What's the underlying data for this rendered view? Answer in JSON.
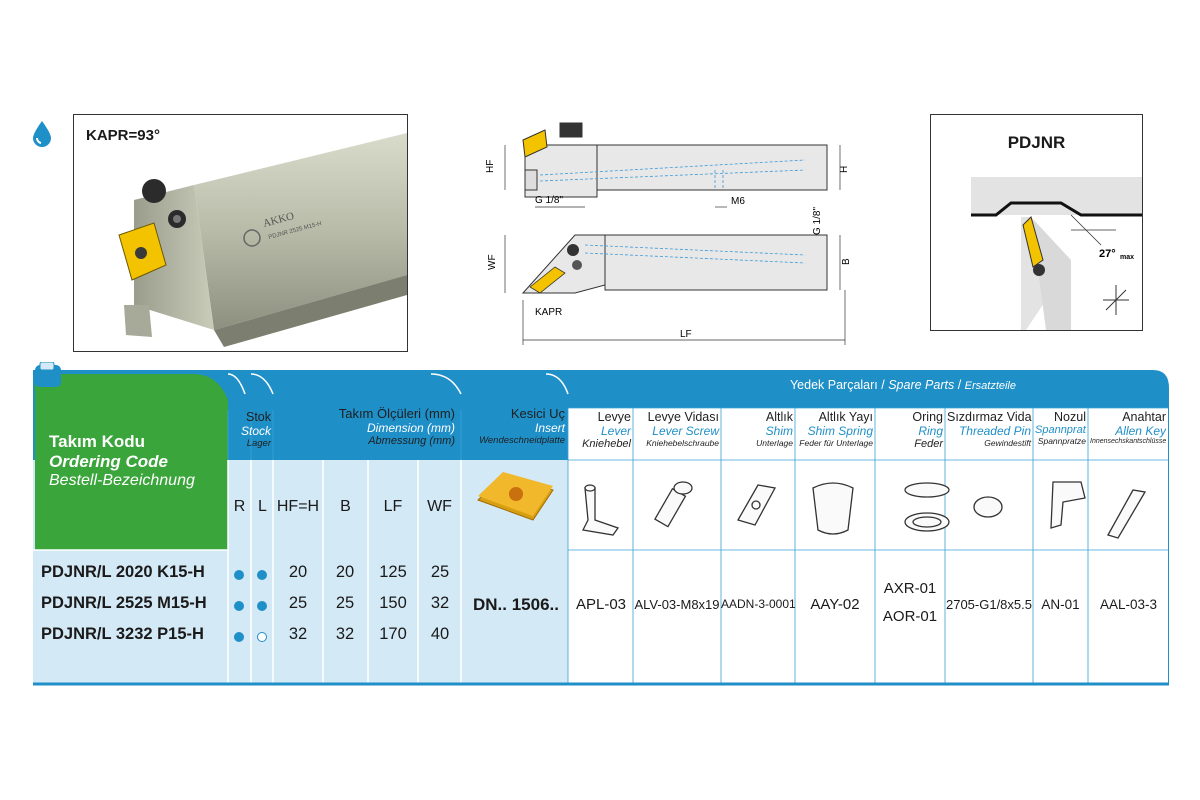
{
  "photo": {
    "title": "KAPR=93°",
    "brand": "AKKO",
    "engraving": "PDJNR 2525 M15-H"
  },
  "drawing": {
    "labels": {
      "hf": "HF",
      "h": "H",
      "g18a": "G 1/8\"",
      "m6": "M6",
      "g18b": "G 1/8\"",
      "wf": "WF",
      "b": "B",
      "kapr": "KAPR",
      "lf": "LF"
    }
  },
  "detail": {
    "title": "PDJNR",
    "angle": "27°",
    "angle_sub": "max"
  },
  "table": {
    "spare_parts_title": {
      "tr": "Yedek Parçaları",
      "sep1": " / ",
      "en": "Spare Parts",
      "sep2": " / ",
      "de": "Ersatzteile"
    },
    "ordering": {
      "tr": "Takım Kodu",
      "en": "Ordering Code",
      "de": "Bestell-Bezeichnung"
    },
    "stock": {
      "tr": "Stok",
      "en": "Stock",
      "de": "Lager",
      "r": "R",
      "l": "L"
    },
    "dimension": {
      "tr": "Takım Ölçüleri (mm)",
      "en": "Dimension (mm)",
      "de": "Abmessung (mm)",
      "cols": [
        "HF=H",
        "B",
        "LF",
        "WF"
      ]
    },
    "insert": {
      "tr": "Kesici Uç",
      "en": "Insert",
      "de": "Wendeschneidplatte",
      "value": "DN.. 1506.."
    },
    "parts": [
      {
        "tr": "Levye",
        "en": "Lever",
        "de": "Kniehebel",
        "value": "APL-03"
      },
      {
        "tr": "Levye Vidası",
        "en": "Lever Screw",
        "de": "Kniehebelschraube",
        "value": "ALV-03-M8x19"
      },
      {
        "tr": "Altlık",
        "en": "Shim",
        "de": "Unterlage",
        "value": "AADN-3-0001"
      },
      {
        "tr": "Altlık Yayı",
        "en": "Shim Spring",
        "de": "Feder für Unterlage",
        "value": "AAY-02"
      },
      {
        "tr": "Oring",
        "en": "Ring",
        "de": "Feder",
        "value": "AXR-01",
        "value2": "AOR-01"
      },
      {
        "tr": "Sızdırmaz Vida",
        "en": "Threaded Pin",
        "de": "Gewindestift",
        "value": "2705-G1/8x5.5"
      },
      {
        "tr": "Nozul",
        "en": "Spannpratze",
        "de": "Spannpratze",
        "value": "AN-01"
      },
      {
        "tr": "Anahtar",
        "en": "Allen Key",
        "de": "Innensechskantschlüssel",
        "value": "AAL-03-3"
      }
    ],
    "rows": [
      {
        "code": "PDJNR/L 2020 K15-H",
        "r": "filled",
        "l": "filled",
        "hf": "20",
        "b": "20",
        "lf": "125",
        "wf": "25"
      },
      {
        "code": "PDJNR/L 2525 M15-H",
        "r": "filled",
        "l": "filled",
        "hf": "25",
        "b": "25",
        "lf": "150",
        "wf": "32"
      },
      {
        "code": "PDJNR/L 3232 P15-H",
        "r": "filled",
        "l": "empty",
        "hf": "32",
        "b": "32",
        "lf": "170",
        "wf": "40"
      }
    ],
    "colors": {
      "header_blue": "#1f8fc8",
      "green": "#3aa53a",
      "light_blue": "#d4e9f6"
    }
  }
}
